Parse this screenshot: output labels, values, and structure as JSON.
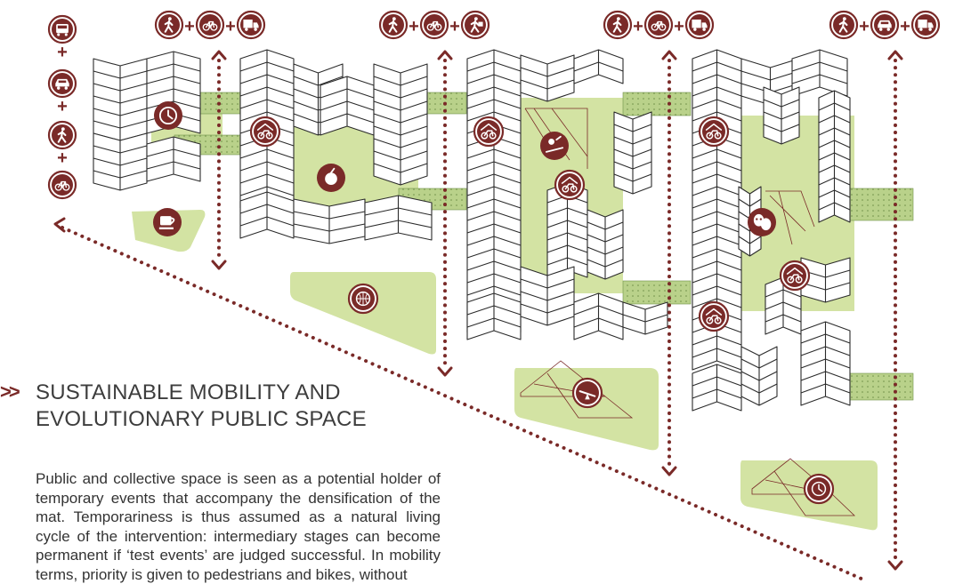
{
  "heading": {
    "marker": ">>",
    "line1": "SUSTAINABLE MOBILITY AND",
    "line2": "EVOLUTIONARY PUBLIC SPACE"
  },
  "body": {
    "text": "Public and collective space is seen as a potential holder of temporary events that accompany the densification of the mat. Temporariness is thus assumed as a natural living cycle of the intervention: intermediary stages can become permanent if ‘test events’ are judged successful. In mobility terms, priority is given to pedestrians and bikes, without"
  },
  "colors": {
    "accent": "#7a2a28",
    "green": "#d3e3a3",
    "green_dark": "#9bbd6f",
    "line": "#2b2b2b"
  },
  "mobility_legend": {
    "left_stack": [
      "bus-icon",
      "car-icon",
      "pedestrian-icon",
      "bike-icon"
    ],
    "columns": [
      [
        "pedestrian-icon",
        "bike-icon",
        "truck-icon"
      ],
      [
        "pedestrian-icon",
        "bike-icon",
        "delivery-person-icon"
      ],
      [
        "pedestrian-icon",
        "bike-icon",
        "truck-icon"
      ],
      [
        "pedestrian-icon",
        "car-icon",
        "truck-icon"
      ]
    ],
    "plus": "+"
  }
}
